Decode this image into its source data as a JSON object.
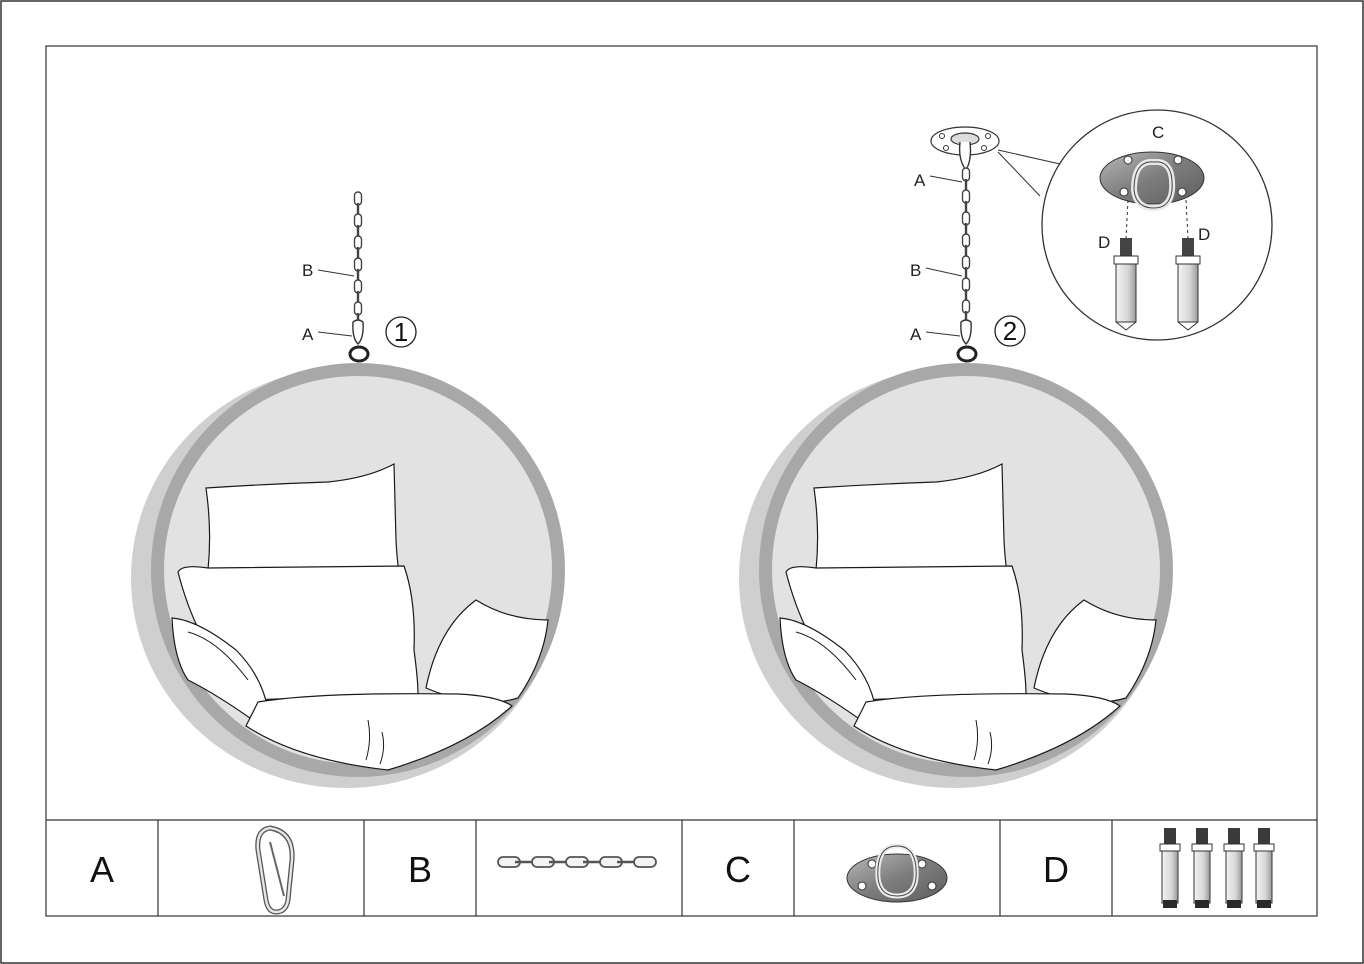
{
  "diagram": {
    "step1": {
      "number": "1",
      "labels": {
        "chain": "B",
        "hook": "A"
      }
    },
    "step2": {
      "number": "2",
      "labels": {
        "hook": "A",
        "chain": "B",
        "hook_lower": "A"
      },
      "detail": {
        "plate": "C",
        "bolt_left": "D",
        "bolt_right": "D"
      }
    }
  },
  "parts_table": {
    "cells": [
      {
        "letter": "A",
        "icon": "carabiner-icon"
      },
      {
        "letter": "B",
        "icon": "chain-icon"
      },
      {
        "letter": "C",
        "icon": "ceiling-plate-icon"
      },
      {
        "letter": "D",
        "icon": "expansion-bolts-icon"
      }
    ]
  },
  "colors": {
    "frame": "#a9a9a9",
    "frame_shadow": "#cdcdcd",
    "seat_back": "#e2e2e2",
    "metal": "#8a8a8a",
    "line": "#1a1a1a"
  }
}
